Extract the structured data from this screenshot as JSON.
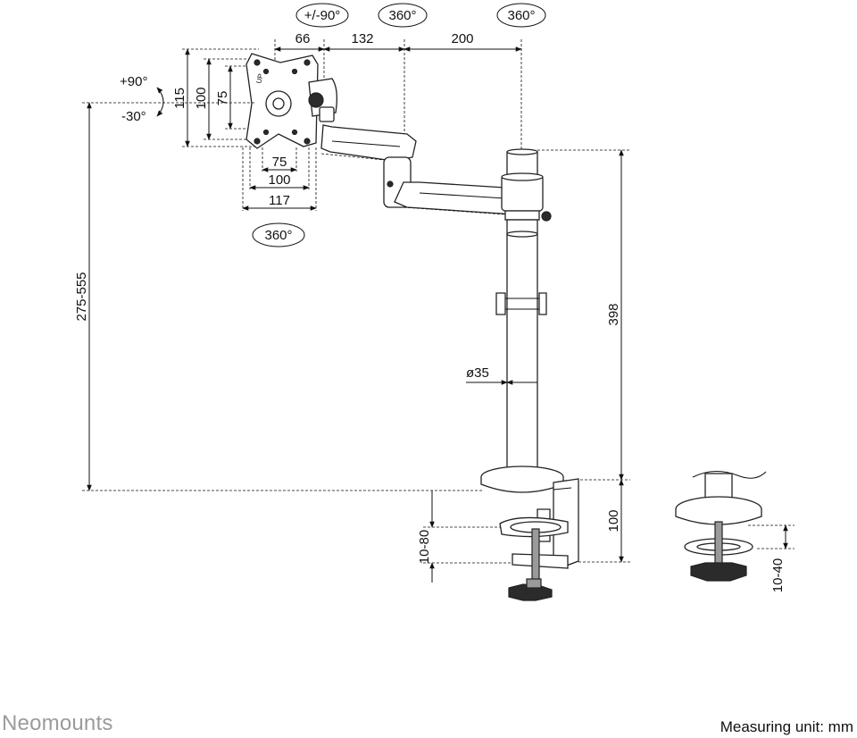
{
  "rotations": {
    "tilt_pill": "+/-90°",
    "arm_pill_1": "360°",
    "arm_pill_2": "360°",
    "plate_pill": "360°",
    "tilt_up": "+90°",
    "tilt_down": "-30°"
  },
  "dimensions": {
    "arm_66": "66",
    "arm_132": "132",
    "arm_200": "200",
    "vesa_115": "115",
    "vesa_100v": "100",
    "vesa_75v": "75",
    "vesa_75h": "75",
    "vesa_100h": "100",
    "vesa_117h": "117",
    "height_range": "275-555",
    "pole_398": "398",
    "pole_diameter": "ø35",
    "clamp_100": "100",
    "desk_10_80": "10-80",
    "grommet_10_40": "10-40"
  },
  "plate_label": "UP",
  "footer": {
    "brand": "Neomounts",
    "unit_note": "Measuring unit: mm"
  }
}
